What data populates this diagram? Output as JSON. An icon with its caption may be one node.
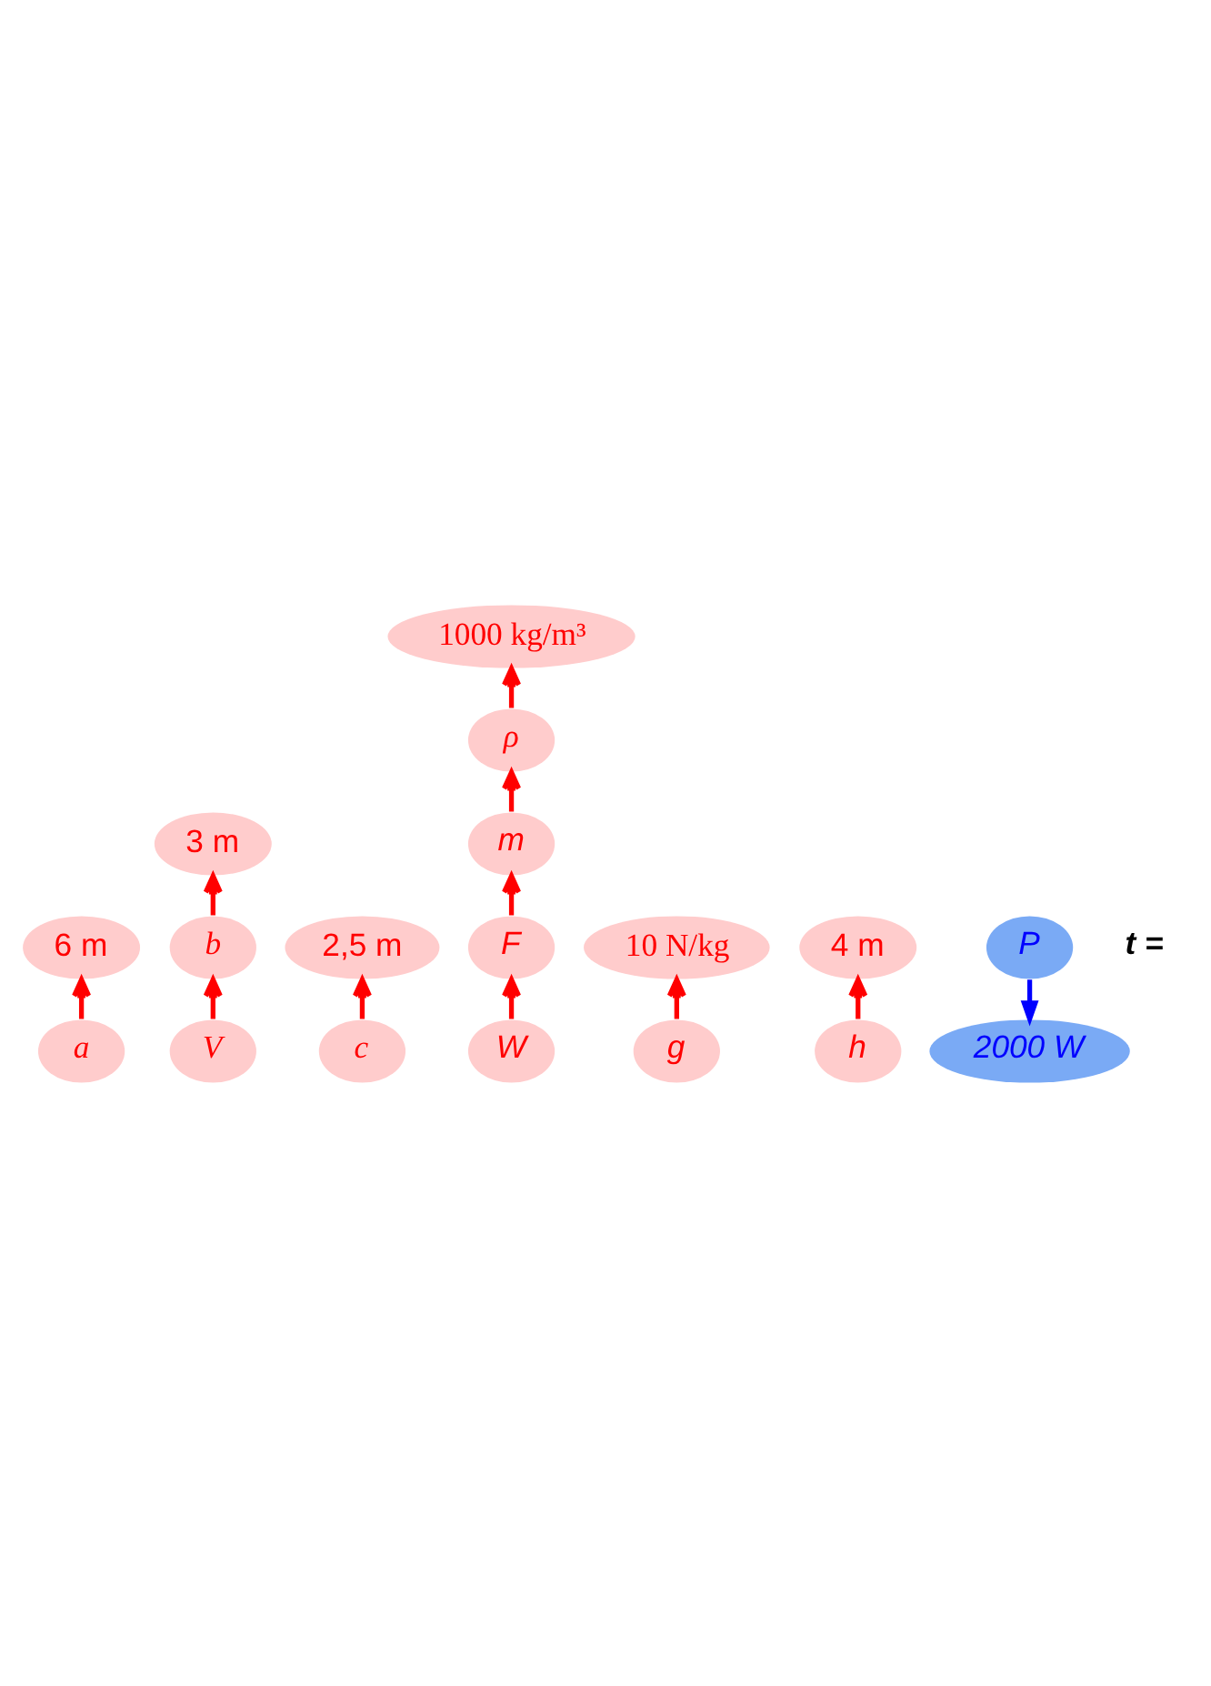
{
  "diagram": {
    "nodes": [
      {
        "text": [
          "6 m"
        ]
      },
      {
        "text": [
          "3 m"
        ]
      },
      {
        "text": [
          "2,5 m"
        ]
      },
      {
        "text": [
          "a"
        ]
      },
      {
        "text": [
          "b"
        ]
      },
      {
        "text": [
          "c"
        ]
      },
      {
        "text": [
          "1000 kg/m³"
        ]
      },
      {
        "text": [
          "V"
        ]
      },
      {
        "text": [
          "ρ"
        ]
      },
      {
        "text": [
          "10 N/kg"
        ]
      },
      {
        "text": [
          "m"
        ]
      },
      {
        "text": [
          "g"
        ]
      },
      {
        "text": [
          "4 m"
        ]
      },
      {
        "text": [
          "F"
        ]
      },
      {
        "text": [
          "h"
        ]
      },
      {
        "text": [
          "W"
        ]
      },
      {
        "text": [
          "P"
        ]
      },
      {
        "text": [
          "2000 W"
        ]
      }
    ],
    "edges": [
      {
        "from": 3,
        "to": 0,
        "arrow": "to"
      },
      {
        "from": 4,
        "to": 1,
        "arrow": "to"
      },
      {
        "from": 5,
        "to": 2,
        "arrow": "to"
      },
      {
        "from": 7,
        "to": 4,
        "arrow": "to"
      },
      {
        "from": 8,
        "to": 6,
        "arrow": "to"
      },
      {
        "from": 10,
        "to": 8,
        "arrow": "to"
      },
      {
        "from": 11,
        "to": 9,
        "arrow": "to"
      },
      {
        "from": 13,
        "to": 10,
        "arrow": "to"
      },
      {
        "from": 14,
        "to": 12,
        "arrow": "to"
      },
      {
        "from": 15,
        "to": 13,
        "arrow": "to"
      },
      {
        "from": 16,
        "to": 17,
        "arrow": "to",
        "color": "#0000ff"
      }
    ],
    "labels": [
      "t ="
    ]
  }
}
